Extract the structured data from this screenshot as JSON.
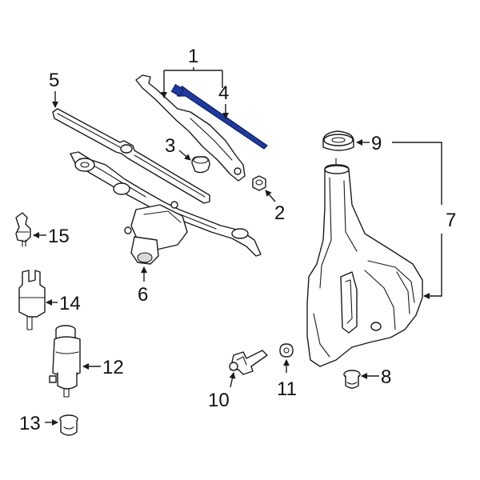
{
  "diagram": {
    "callouts": {
      "c1": "1",
      "c2": "2",
      "c3": "3",
      "c4": "4",
      "c5": "5",
      "c6": "6",
      "c7": "7",
      "c8": "8",
      "c9": "9",
      "c10": "10",
      "c11": "11",
      "c12": "12",
      "c13": "13",
      "c14": "14",
      "c15": "15"
    },
    "colors": {
      "line": "#1a1a1a",
      "highlight_fill": "#1f3a9e",
      "highlight_stroke": "#0b1f66",
      "background": "#ffffff"
    }
  }
}
